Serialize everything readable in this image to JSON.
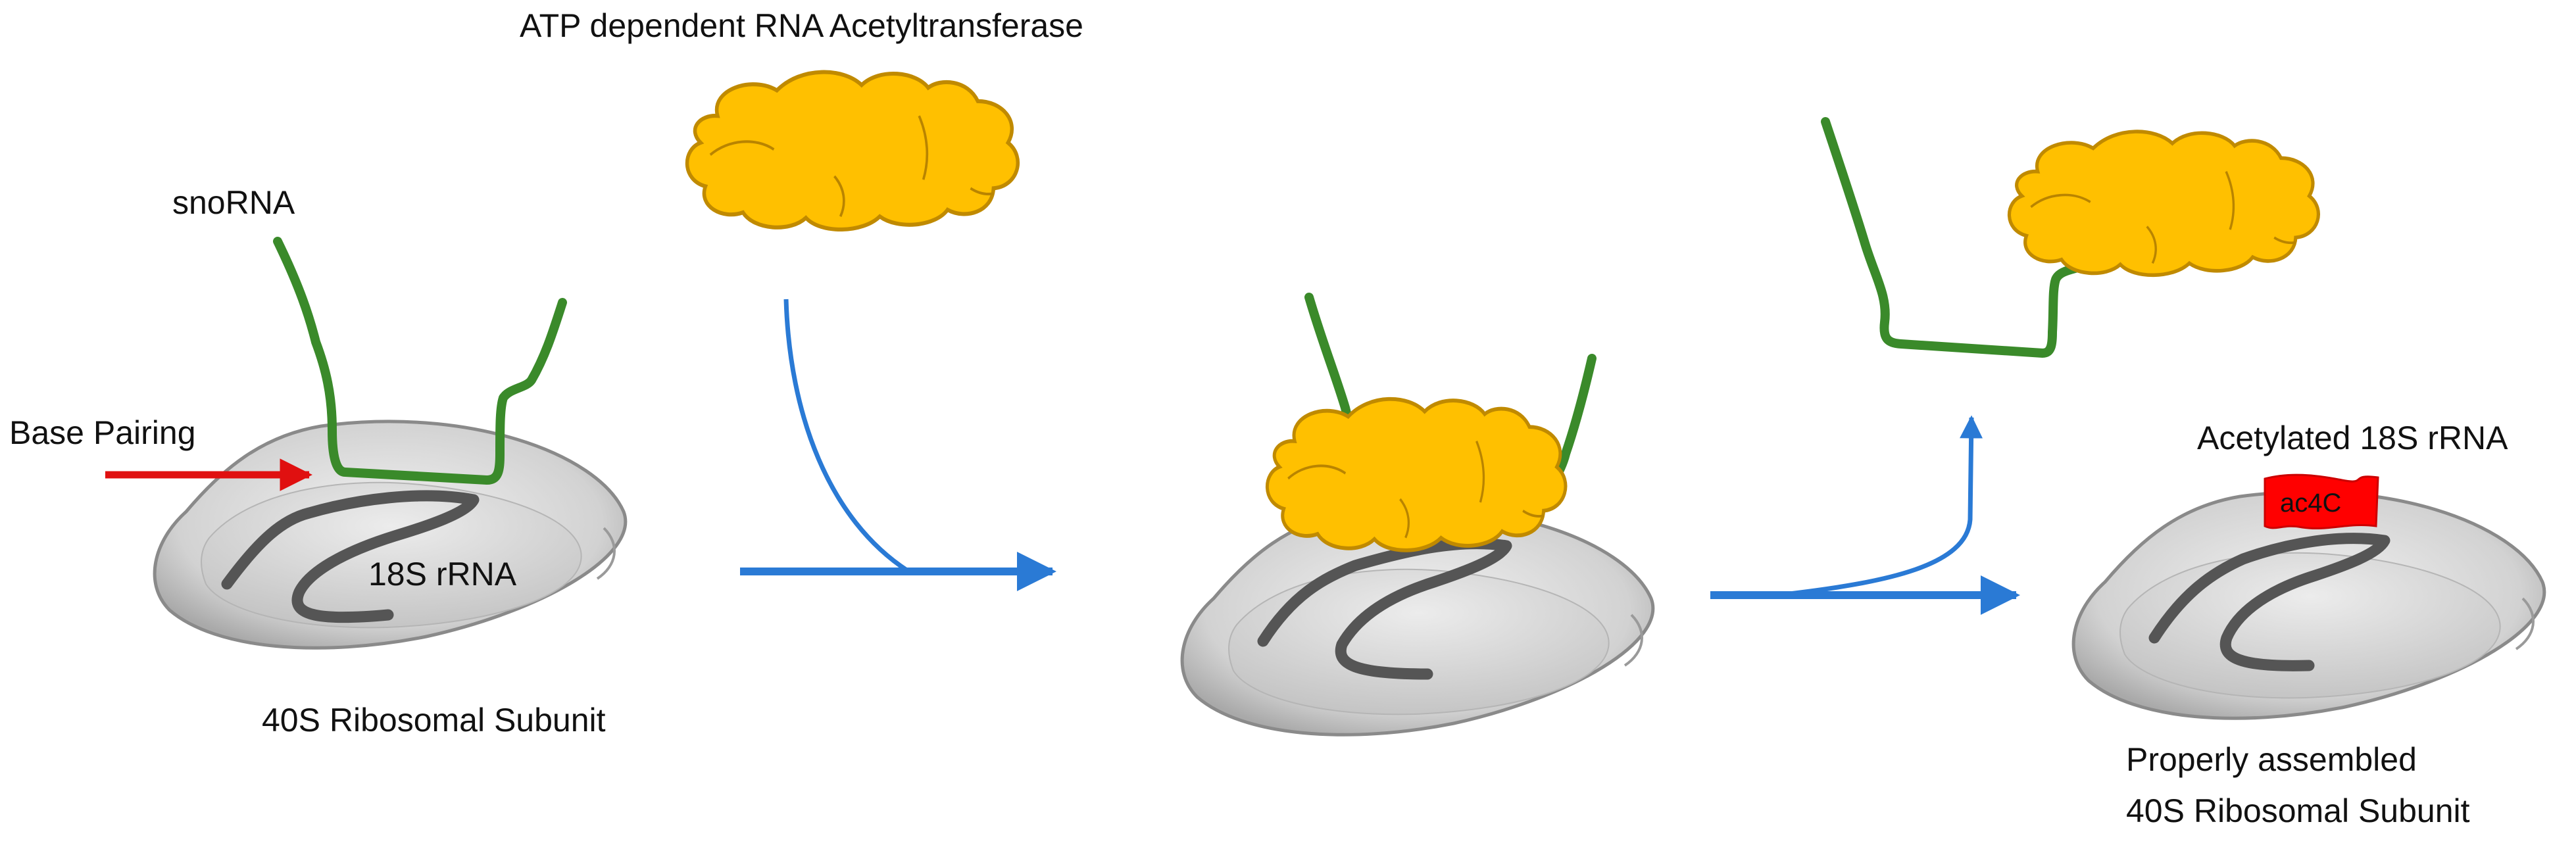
{
  "labels": {
    "enzyme": "ATP dependent RNA Acetyltransferase",
    "snorna": "snoRNA",
    "base_pairing": "Base Pairing",
    "rrna": "18S rRNA",
    "subunit": "40S Ribosomal Subunit",
    "acetylated": "Acetylated 18S rRNA",
    "modification": "ac4C",
    "assembled_line1": "Properly assembled",
    "assembled_line2": "40S Ribosomal Subunit"
  },
  "colors": {
    "snorna": "#3a8a2a",
    "enzyme_fill": "#ffc000",
    "enzyme_outline": "#c08a00",
    "subunit_fill": "#d6d6d6",
    "rrna": "#555555",
    "flow_arrow": "#2a7ad5",
    "base_pairing_arrow": "#e01010",
    "modification": "#ff0000"
  },
  "icons": [
    "ribosome-40s-icon",
    "acetyltransferase-enzyme-icon",
    "snorna-strand-icon",
    "flow-arrow-icon"
  ]
}
